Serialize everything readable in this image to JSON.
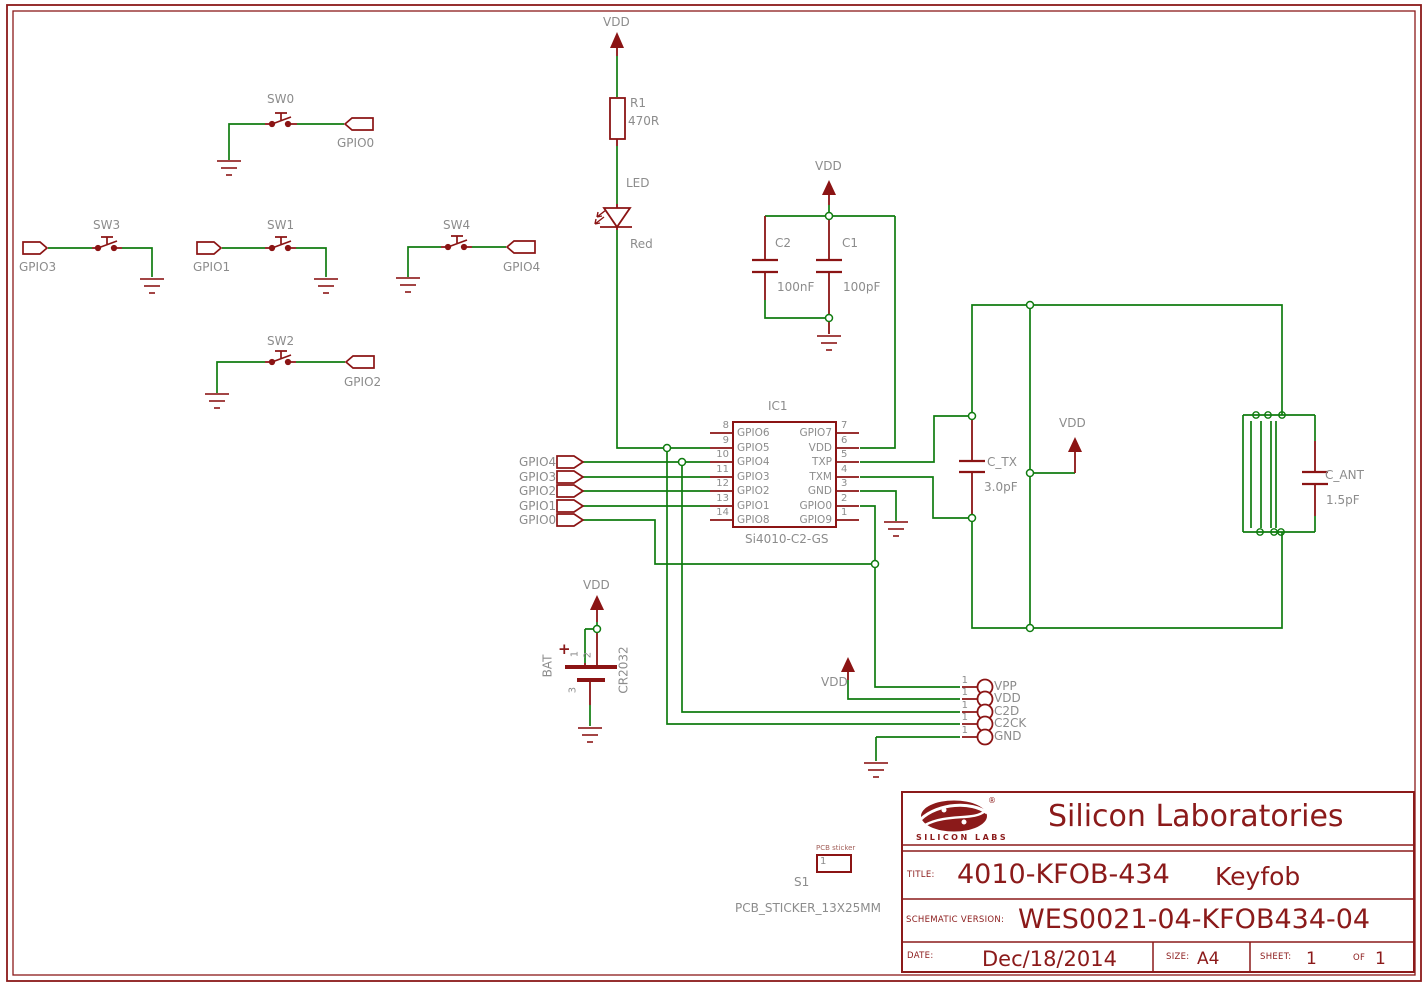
{
  "sheet": {
    "switch_section": {
      "sw0": {
        "ref": "SW0",
        "net": "GPIO0"
      },
      "sw1": {
        "ref": "SW1",
        "net": "GPIO1"
      },
      "sw2": {
        "ref": "SW2",
        "net": "GPIO2"
      },
      "sw3": {
        "ref": "SW3",
        "net": "GPIO3"
      },
      "sw4": {
        "ref": "SW4",
        "net": "GPIO4"
      }
    },
    "led_branch": {
      "supply": "VDD",
      "r_ref": "R1",
      "r_value": "470R",
      "led_ref": "LED",
      "led_value": "Red"
    },
    "decoupling": {
      "supply": "VDD",
      "caps": [
        {
          "ref": "C2",
          "value": "100nF"
        },
        {
          "ref": "C1",
          "value": "100pF"
        }
      ]
    },
    "mcu": {
      "ref": "IC1",
      "part": "Si4010-C2-GS",
      "left_pins": [
        {
          "num": "8",
          "name": "GPIO6"
        },
        {
          "num": "9",
          "name": "GPIO5"
        },
        {
          "num": "10",
          "name": "GPIO4"
        },
        {
          "num": "11",
          "name": "GPIO3"
        },
        {
          "num": "12",
          "name": "GPIO2"
        },
        {
          "num": "13",
          "name": "GPIO1"
        },
        {
          "num": "14",
          "name": "GPIO8"
        }
      ],
      "right_pins": [
        {
          "num": "7",
          "name": "GPIO7"
        },
        {
          "num": "6",
          "name": "VDD"
        },
        {
          "num": "5",
          "name": "TXP"
        },
        {
          "num": "4",
          "name": "TXM"
        },
        {
          "num": "3",
          "name": "GND"
        },
        {
          "num": "2",
          "name": "GPIO0"
        },
        {
          "num": "1",
          "name": "GPIO9"
        }
      ],
      "flags": [
        "GPIO4",
        "GPIO3",
        "GPIO2",
        "GPIO1",
        "GPIO0"
      ]
    },
    "rf": {
      "c_tx_ref": "C_TX",
      "c_tx_value": "3.0pF",
      "supply": "VDD",
      "c_ant_ref": "C_ANT",
      "c_ant_value": "1.5pF"
    },
    "battery": {
      "ref": "BAT",
      "value": "CR2032",
      "plus": "+",
      "pin1": "1",
      "pin2": "2",
      "pin3": "3",
      "supply": "VDD"
    },
    "prog": {
      "supply": "VDD",
      "pads": [
        {
          "pin": "1",
          "label": "VPP"
        },
        {
          "pin": "1",
          "label": "VDD"
        },
        {
          "pin": "1",
          "label": "C2D"
        },
        {
          "pin": "1",
          "label": "C2CK"
        },
        {
          "pin": "1",
          "label": "GND"
        }
      ]
    },
    "sticker": {
      "note": "PCB sticker",
      "pad": "1",
      "ref": "S1",
      "value": "PCB_STICKER_13X25MM"
    }
  },
  "title_block": {
    "logo_text": "SILICON LABS",
    "registered": "®",
    "company": "Silicon Laboratories",
    "title_label": "TITLE:",
    "title_part": "4010-KFOB-434",
    "title_name": "Keyfob",
    "version_label": "SCHEMATIC VERSION:",
    "version": "WES0021-04-KFOB434-04",
    "date_label": "DATE:",
    "date": "Dec/18/2014",
    "size_label": "SIZE:",
    "size": "A4",
    "sheet_label": "SHEET:",
    "sheet_num": "1",
    "of_label": "OF",
    "sheet_total": "1"
  },
  "colors": {
    "wire": "#107c10",
    "part": "#8b1414",
    "gnd": "#a34545",
    "text_gray": "#8c8c8c",
    "maroon": "#8b1a1a"
  }
}
